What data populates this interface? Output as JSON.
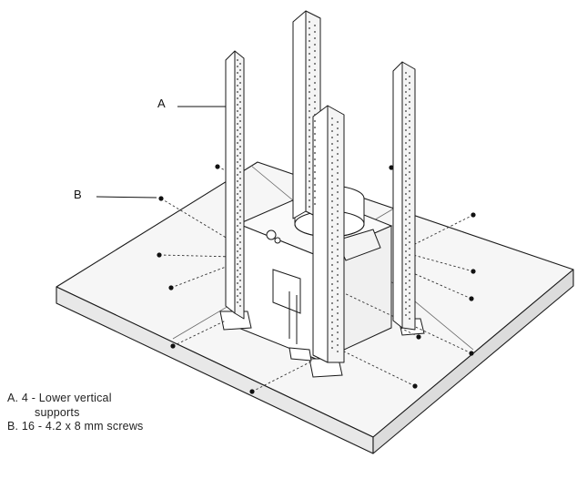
{
  "callouts": {
    "a": "A",
    "b": "B"
  },
  "legend": [
    {
      "letter": "A.",
      "text": "4 - Lower vertical",
      "continuation": "supports"
    },
    {
      "letter": "B.",
      "text": "16 - 4.2 x 8 mm screws",
      "continuation": ""
    }
  ],
  "colors": {
    "stroke": "#1a1a1a",
    "panel_fill": "#f6f6f6",
    "panel_side": "#e4e4e4",
    "bracket_fill": "#ffffff"
  }
}
